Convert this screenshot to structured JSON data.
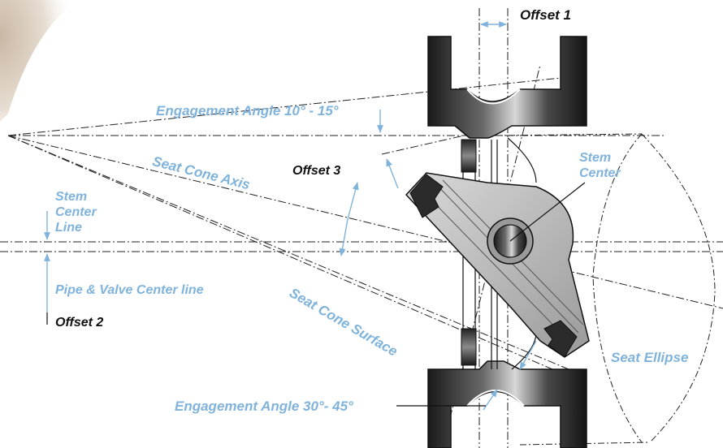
{
  "labels": {
    "offset1": "Offset 1",
    "offset2": "Offset 2",
    "offset3": "Offset 3",
    "engagement_top": "Engagement Angle 10° - 15°",
    "engagement_bottom": "Engagement Angle 30°- 45°",
    "seat_cone_axis": "Seat Cone Axis",
    "seat_cone_surface": "Seat Cone Surface",
    "stem_center_line": [
      "Stem",
      "Center",
      "Line"
    ],
    "pipe_valve_center_line": "Pipe & Valve Center line",
    "stem_center": [
      "Stem",
      "Center"
    ],
    "seat_ellipse": "Seat Ellipse"
  },
  "colors": {
    "annotation_blue": "#7fb3dc",
    "metal_dark": "#2b2b2b",
    "disc_gray": "#b8b8b8",
    "background": "#ffffff"
  }
}
